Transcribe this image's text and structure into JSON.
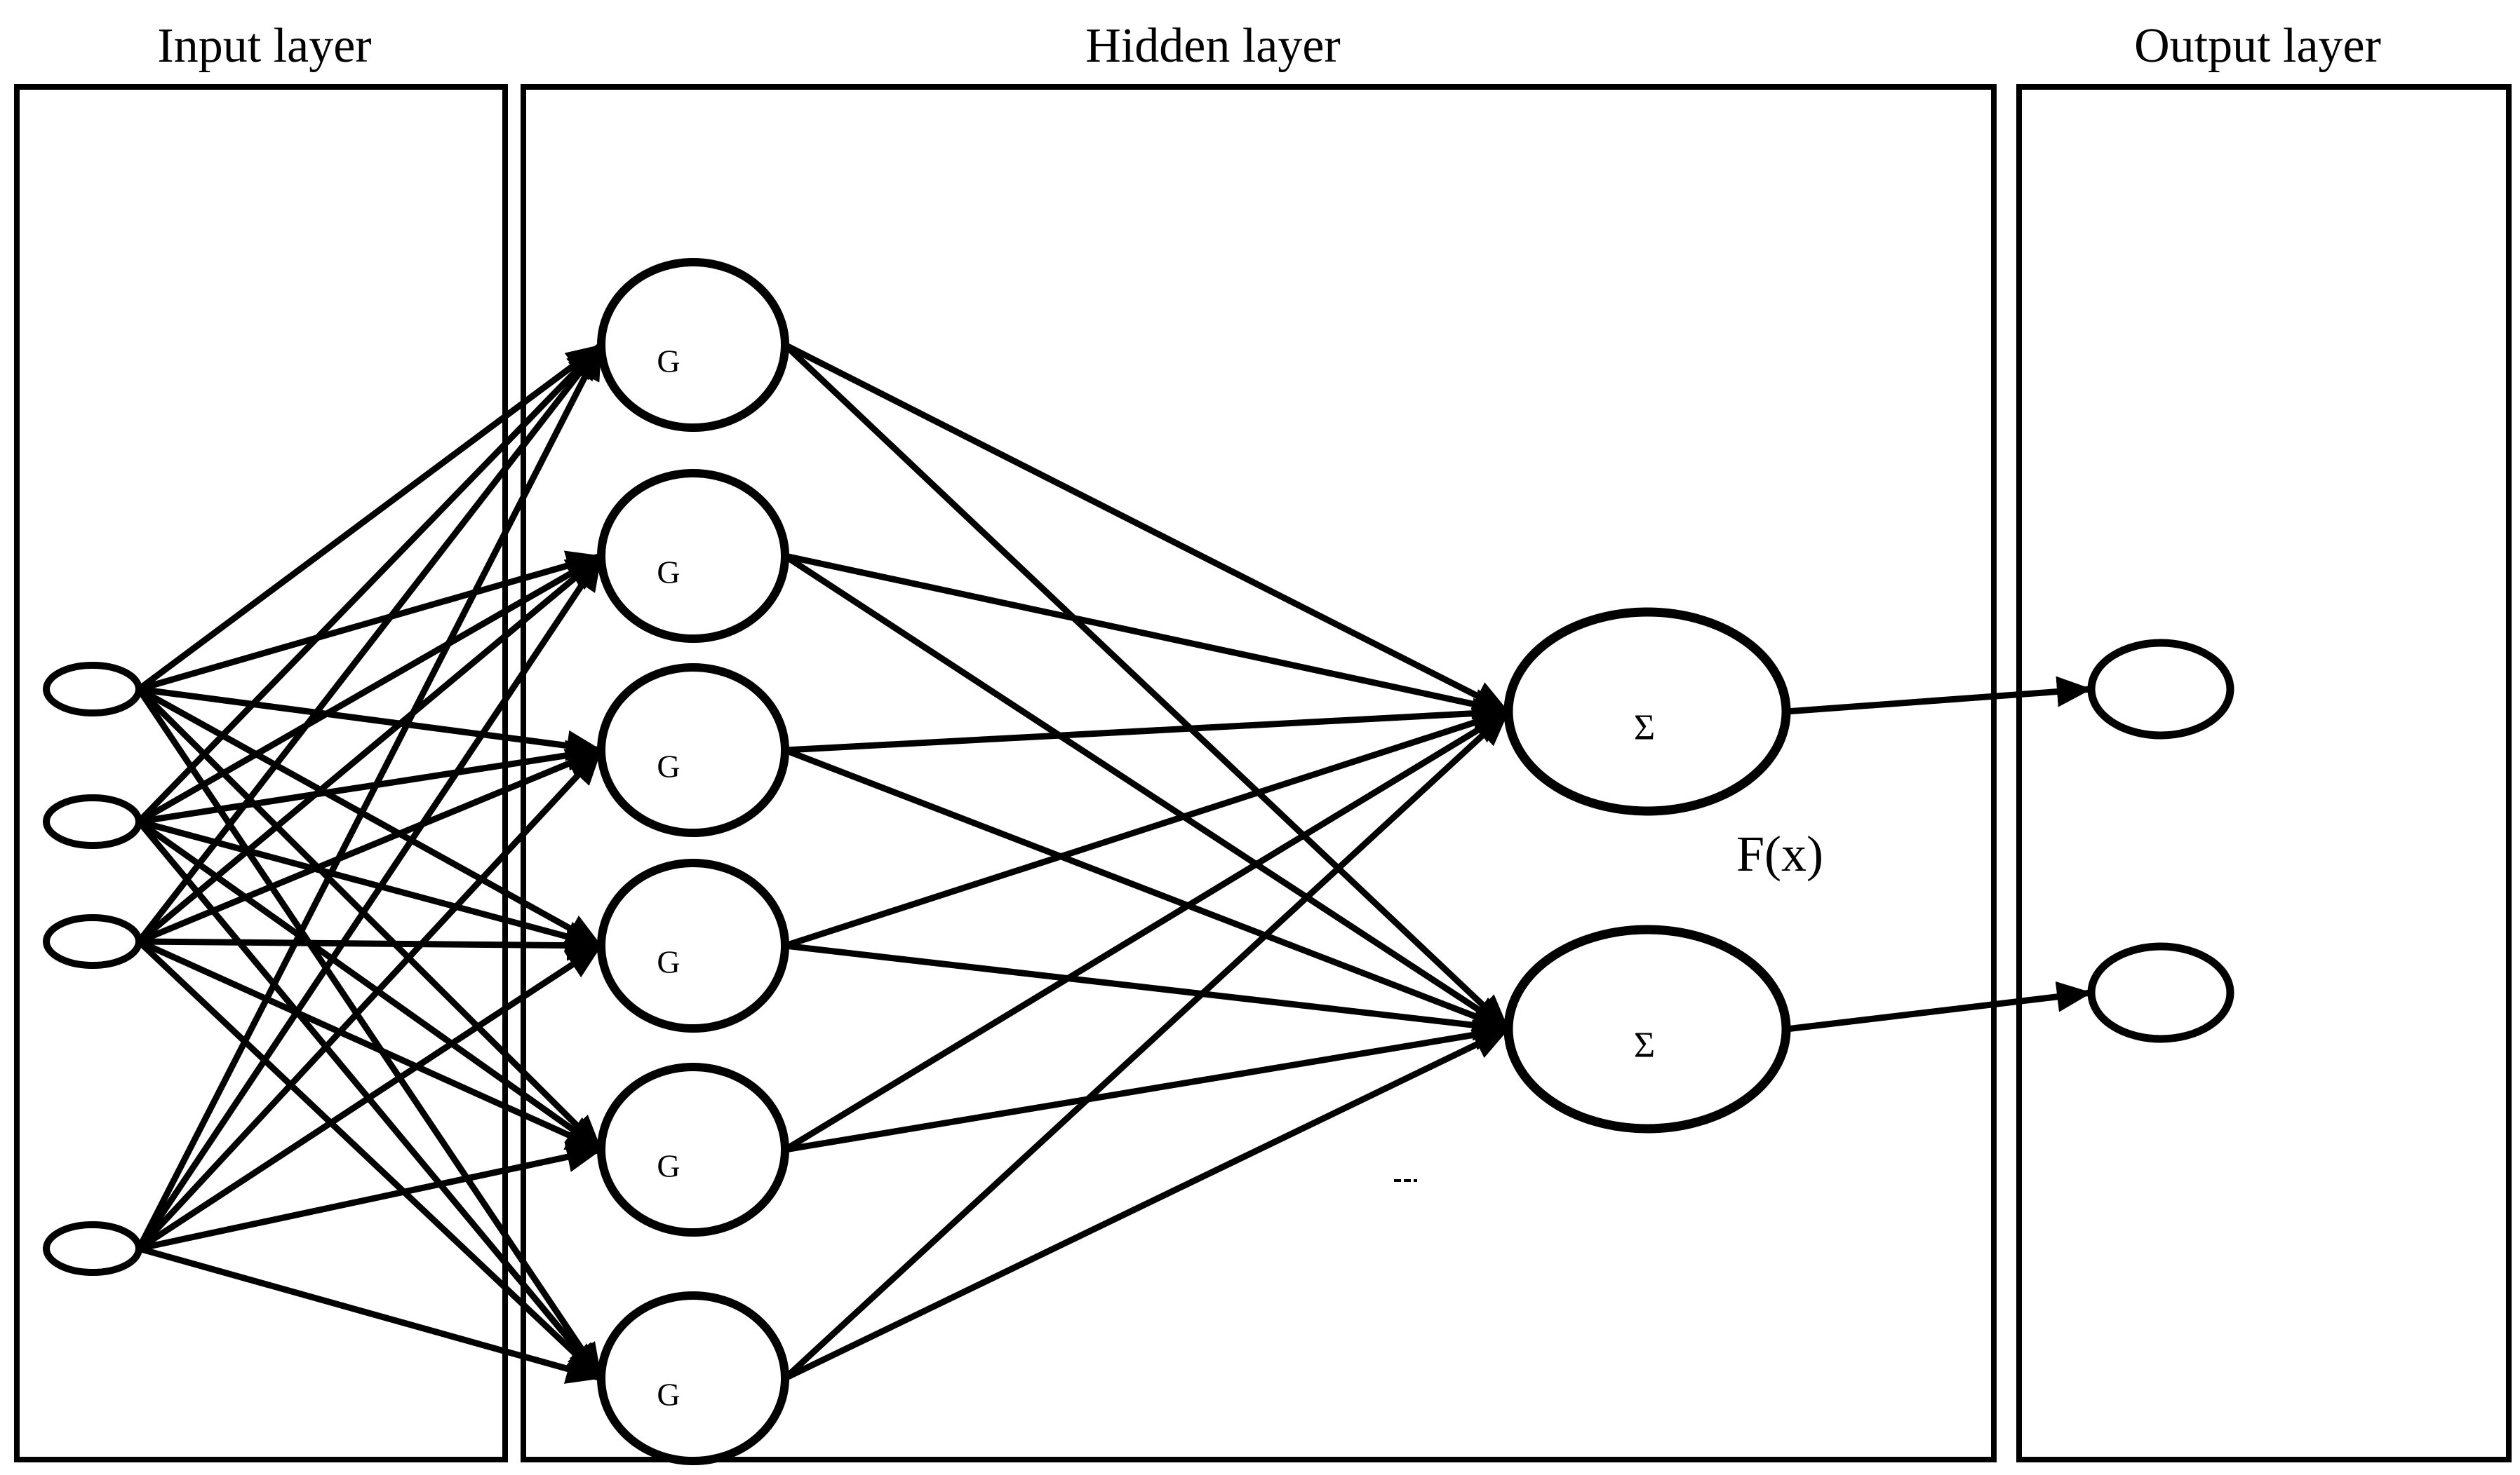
{
  "colors": {
    "ink": "#000000",
    "background": "#ffffff"
  },
  "layers": {
    "input": {
      "title": "Input layer",
      "node_count": 4
    },
    "hidden": {
      "title": "Hidden layer",
      "node_label": "G",
      "node_count": 6
    },
    "sum": {
      "node_label": "Σ",
      "node_count": 2
    },
    "output": {
      "title": "Output layer",
      "node_count": 2
    }
  },
  "annotations": {
    "output_function": "F(x)"
  },
  "connections": {
    "groups": [
      {
        "from": "input",
        "to": "hidden",
        "mode": "full",
        "arrow": "end"
      },
      {
        "from": "hidden",
        "to": "sum",
        "mode": "full",
        "arrow": "end"
      },
      {
        "from": "sum",
        "to": "output",
        "mode": "pairwise",
        "arrow": "end"
      }
    ]
  }
}
